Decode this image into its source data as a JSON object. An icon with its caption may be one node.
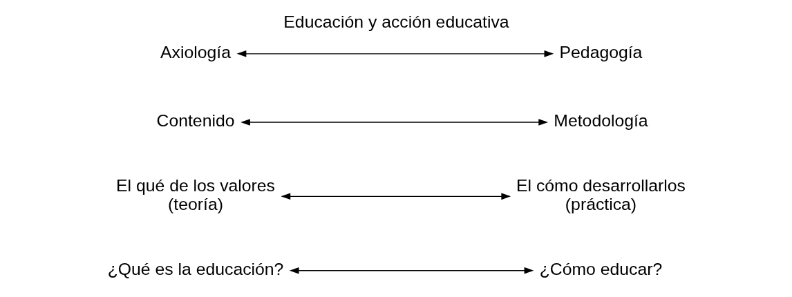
{
  "diagram": {
    "title": "Educación y acción educativa",
    "nodes": [
      {
        "text": [
          "¿Qué es la educación?"
        ]
      },
      {
        "text": [
          "¿Cómo educar?"
        ]
      },
      {
        "text": [
          "El qué de los valores",
          "(teoría)"
        ]
      },
      {
        "text": [
          "El cómo desarrollarlos",
          "(práctica)"
        ]
      },
      {
        "text": [
          "Contenido"
        ]
      },
      {
        "text": [
          "Metodología"
        ]
      },
      {
        "text": [
          "Axiología"
        ]
      },
      {
        "text": [
          "Pedagogía"
        ]
      }
    ],
    "edges": [
      {
        "from": 0,
        "to": 1,
        "arrow": "both"
      },
      {
        "from": 2,
        "to": 3,
        "arrow": "both"
      },
      {
        "from": 4,
        "to": 5,
        "arrow": "both"
      },
      {
        "from": 6,
        "to": 7,
        "arrow": "both"
      }
    ]
  }
}
